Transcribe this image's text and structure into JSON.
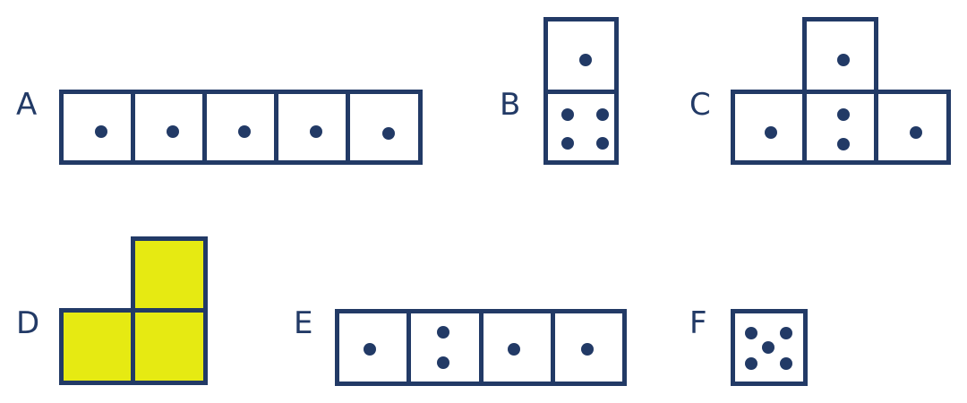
{
  "colors": {
    "outline": "#223a66",
    "fill_yellow": "#e6ea12",
    "background": "#ffffff"
  },
  "figures": [
    {
      "label": "A",
      "cells": [
        {
          "dots": 1
        },
        {
          "dots": 1
        },
        {
          "dots": 1
        },
        {
          "dots": 1
        },
        {
          "dots": 1
        }
      ]
    },
    {
      "label": "B",
      "cells": [
        {
          "dots": 1
        },
        {
          "dots": 4
        }
      ]
    },
    {
      "label": "C",
      "cells": [
        {
          "dots": 1
        },
        {
          "dots": 1
        },
        {
          "dots": 2
        },
        {
          "dots": 1
        }
      ]
    },
    {
      "label": "D",
      "cells": [
        {
          "dots": 0,
          "fill": "yellow"
        },
        {
          "dots": 0,
          "fill": "yellow"
        },
        {
          "dots": 0,
          "fill": "yellow"
        }
      ]
    },
    {
      "label": "E",
      "cells": [
        {
          "dots": 1
        },
        {
          "dots": 2
        },
        {
          "dots": 1
        },
        {
          "dots": 1
        }
      ]
    },
    {
      "label": "F",
      "cells": [
        {
          "dots": 5
        }
      ]
    }
  ]
}
